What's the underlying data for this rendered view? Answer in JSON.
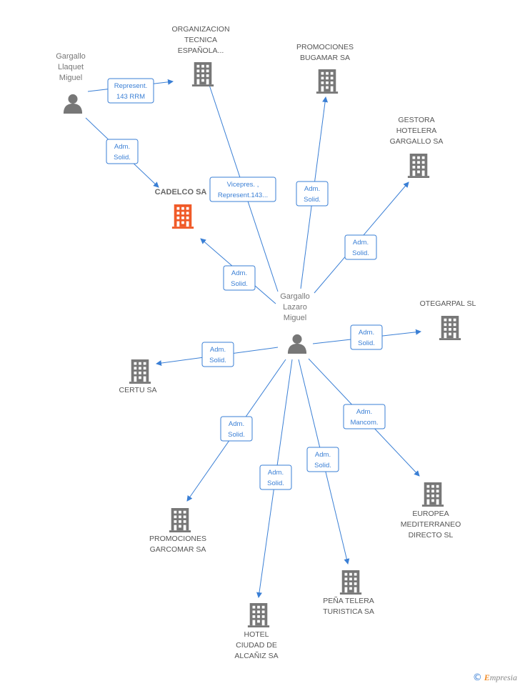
{
  "colors": {
    "edge": "#3a7fd5",
    "building": "#777777",
    "focus_building": "#f05a28",
    "person": "#777777"
  },
  "nodes": [
    {
      "id": "gargallo_llaquet",
      "type": "person",
      "lines": [
        "Gargallo",
        "Llaquet",
        "Miguel"
      ]
    },
    {
      "id": "org_tecnica",
      "type": "company",
      "lines": [
        "ORGANIZACION",
        "TECNICA",
        "ESPAÑOLA..."
      ]
    },
    {
      "id": "bugamar",
      "type": "company",
      "lines": [
        "PROMOCIONES",
        "BUGAMAR SA"
      ]
    },
    {
      "id": "gestora",
      "type": "company",
      "lines": [
        "GESTORA",
        "HOTELERA",
        "GARGALLO SA"
      ]
    },
    {
      "id": "cadelco",
      "type": "company",
      "focus": true,
      "lines": [
        "CADELCO SA"
      ]
    },
    {
      "id": "gargallo_lazaro",
      "type": "person",
      "main": true,
      "lines": [
        "Gargallo",
        "Lazaro",
        "Miguel"
      ]
    },
    {
      "id": "otegarpal",
      "type": "company",
      "lines": [
        "OTEGARPAL SL"
      ]
    },
    {
      "id": "certu",
      "type": "company",
      "lines": [
        "CERTU SA"
      ]
    },
    {
      "id": "garcomar",
      "type": "company",
      "lines": [
        "PROMOCIONES",
        "GARCOMAR SA"
      ]
    },
    {
      "id": "europea",
      "type": "company",
      "lines": [
        "EUROPEA",
        "MEDITERRANEO",
        "DIRECTO SL"
      ]
    },
    {
      "id": "hotel_alcaniz",
      "type": "company",
      "lines": [
        "HOTEL",
        "CIUDAD DE",
        "ALCAÑIZ SA"
      ]
    },
    {
      "id": "pena_telera",
      "type": "company",
      "lines": [
        "PEÑA TELERA",
        "TURISTICA SA"
      ]
    }
  ],
  "edges": [
    {
      "from": "gargallo_llaquet",
      "to": "org_tecnica",
      "lines": [
        "Represent.",
        "143 RRM"
      ]
    },
    {
      "from": "gargallo_llaquet",
      "to": "cadelco",
      "lines": [
        "Adm.",
        "Solid."
      ]
    },
    {
      "from": "gargallo_lazaro",
      "to": "org_tecnica",
      "lines": [
        "Vicepres. ,",
        "Represent.143..."
      ]
    },
    {
      "from": "gargallo_lazaro",
      "to": "bugamar",
      "lines": [
        "Adm.",
        "Solid."
      ]
    },
    {
      "from": "gargallo_lazaro",
      "to": "gestora",
      "lines": [
        "Adm.",
        "Solid."
      ]
    },
    {
      "from": "gargallo_lazaro",
      "to": "cadelco",
      "lines": [
        "Adm.",
        "Solid."
      ]
    },
    {
      "from": "gargallo_lazaro",
      "to": "otegarpal",
      "lines": [
        "Adm.",
        "Solid."
      ]
    },
    {
      "from": "gargallo_lazaro",
      "to": "certu",
      "lines": [
        "Adm.",
        "Solid."
      ]
    },
    {
      "from": "gargallo_lazaro",
      "to": "garcomar",
      "lines": [
        "Adm.",
        "Solid."
      ]
    },
    {
      "from": "gargallo_lazaro",
      "to": "europea",
      "lines": [
        "Adm.",
        "Mancom."
      ]
    },
    {
      "from": "gargallo_lazaro",
      "to": "hotel_alcaniz",
      "lines": [
        "Adm.",
        "Solid."
      ]
    },
    {
      "from": "gargallo_lazaro",
      "to": "pena_telera",
      "lines": [
        "Adm.",
        "Solid."
      ]
    }
  ],
  "footer": {
    "copyright": "©",
    "brand_initial": "E",
    "brand_rest": "mpresia"
  }
}
